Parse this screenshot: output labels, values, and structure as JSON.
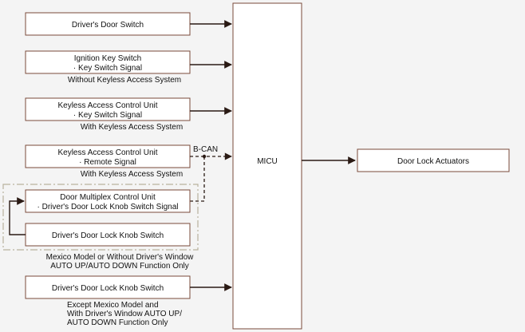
{
  "colors": {
    "background": "#f4f4f4",
    "box_fill": "#ffffff",
    "box_border": "#7a4a3a",
    "line": "#2a1a14",
    "group_border": "#b9b29e"
  },
  "inputs": {
    "drivers_door_switch": {
      "label": "Driver's Door Switch"
    },
    "ignition_key_switch": {
      "line1": "Ignition Key Switch",
      "line2": "· Key Switch Signal",
      "note": "Without Keyless Access System"
    },
    "keyless_key_switch": {
      "line1": "Keyless Access Control Unit",
      "line2": "· Key Switch Signal",
      "note": "With Keyless Access System"
    },
    "keyless_remote": {
      "line1": "Keyless Access Control Unit",
      "line2": "· Remote Signal",
      "note": "With Keyless Access System"
    },
    "door_multiplex": {
      "line1": "Door Multiplex Control Unit",
      "line2": "· Driver's Door Lock Knob Switch Signal"
    },
    "knob_switch_grouped": {
      "label": "Driver's Door Lock Knob Switch"
    },
    "group_note": {
      "line1": "Mexico Model or Without Driver's Window",
      "line2": "AUTO UP/AUTO DOWN Function Only"
    },
    "knob_switch_direct": {
      "label": "Driver's Door Lock Knob Switch",
      "note_line1": "Except Mexico Model and",
      "note_line2": "With Driver's Window AUTO UP/",
      "note_line3": "AUTO DOWN Function Only"
    }
  },
  "bus_label": "B-CAN",
  "micu": {
    "label": "MICU"
  },
  "output": {
    "label": "Door Lock Actuators"
  }
}
